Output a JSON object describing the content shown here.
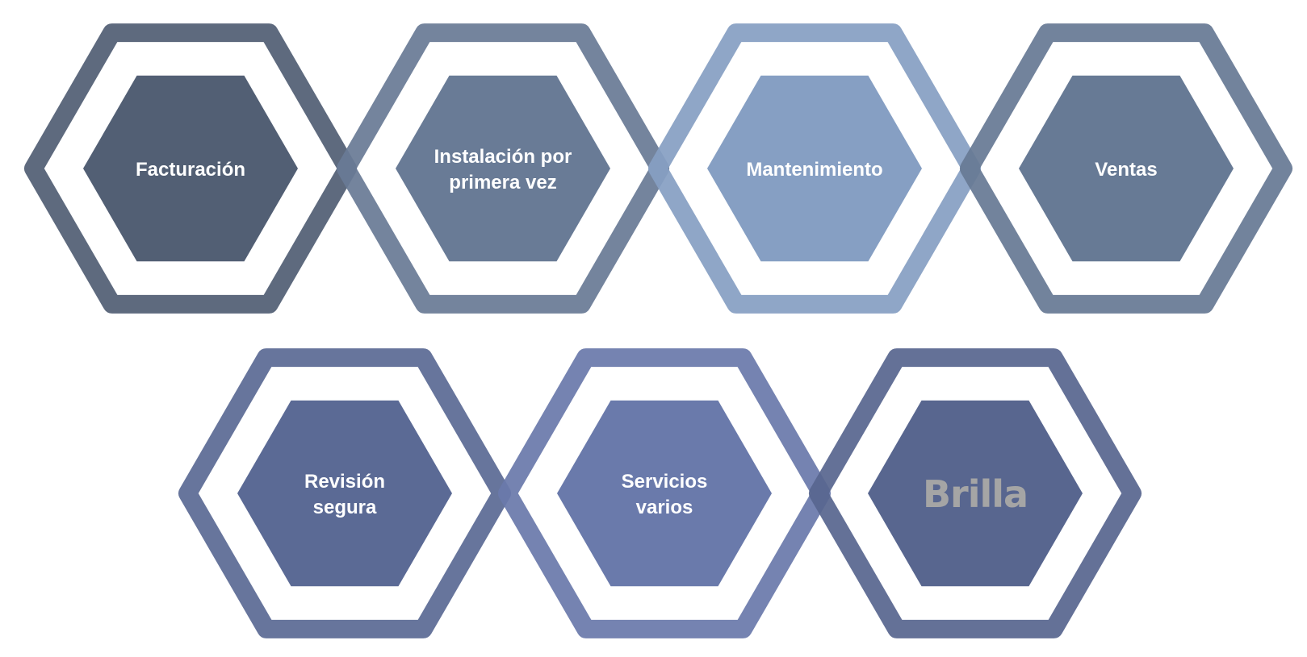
{
  "menu": {
    "items": [
      {
        "key": "facturacion",
        "lines": [
          "Facturación"
        ],
        "color": "#525f74",
        "interactable": true
      },
      {
        "key": "instalacion",
        "lines": [
          "Instalación por",
          "primera vez"
        ],
        "color": "#697b96",
        "interactable": true
      },
      {
        "key": "mantenimiento",
        "lines": [
          "Mantenimiento"
        ],
        "color": "#869fc3",
        "interactable": true
      },
      {
        "key": "ventas",
        "lines": [
          "Ventas"
        ],
        "color": "#677a95",
        "interactable": true
      },
      {
        "key": "revision",
        "lines": [
          "Revisión",
          "segura"
        ],
        "color": "#5b6a95",
        "interactable": true
      },
      {
        "key": "servicios",
        "lines": [
          "Servicios",
          "varios"
        ],
        "color": "#6a7aab",
        "interactable": true
      },
      {
        "key": "brilla",
        "logo": "Brilla",
        "logo_color": "#a5a5a5",
        "color": "#58668f",
        "interactable": true
      }
    ]
  }
}
